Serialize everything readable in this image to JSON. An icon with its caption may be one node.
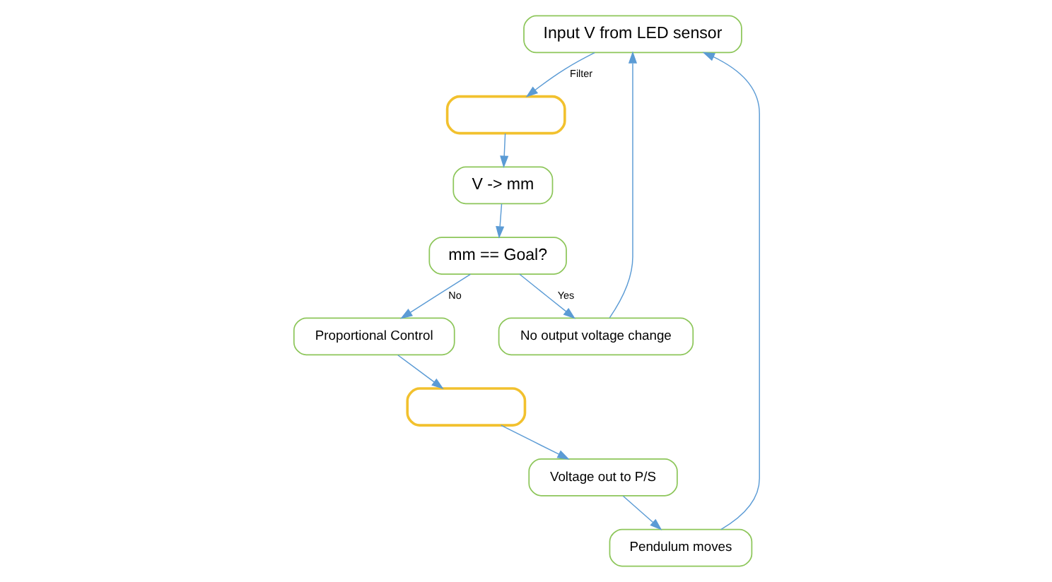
{
  "diagram": {
    "nodes": [
      {
        "text": [
          "Input V from LED sensor"
        ]
      },
      {
        "text": [],
        "shape": "box"
      },
      {
        "text": [
          "V -> mm"
        ]
      },
      {
        "text": [
          "mm == Goal?"
        ]
      },
      {
        "text": [
          "No output voltage change"
        ]
      },
      {
        "text": [
          "Proportional Control"
        ]
      },
      {
        "text": [],
        "shape": "box"
      },
      {
        "text": [
          "Voltage out to P/S"
        ]
      },
      {
        "text": [
          "Pendulum moves"
        ]
      }
    ],
    "edges": [
      {
        "from": 0,
        "to": 1,
        "arrow": "to",
        "label": "Filter"
      },
      {
        "from": 1,
        "to": 2,
        "arrow": "to"
      },
      {
        "from": 2,
        "to": 3,
        "arrow": "to"
      },
      {
        "from": 3,
        "to": 4,
        "arrow": "to",
        "label": "Yes"
      },
      {
        "from": 4,
        "to": 0,
        "arrow": "to"
      },
      {
        "from": 3,
        "to": 5,
        "arrow": "to",
        "label": "No"
      },
      {
        "from": 5,
        "to": 6,
        "arrow": "to"
      },
      {
        "from": 6,
        "to": 7,
        "arrow": "to"
      },
      {
        "from": 7,
        "to": 8,
        "arrow": "to"
      },
      {
        "from": 8,
        "to": 0,
        "arrow": "to"
      }
    ]
  }
}
